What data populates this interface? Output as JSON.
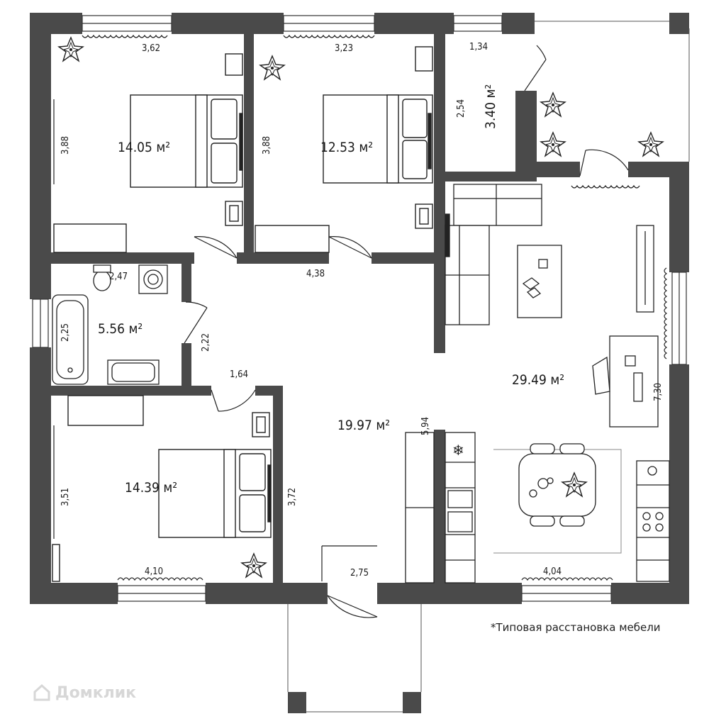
{
  "rooms": {
    "bedroom_1": {
      "area": "14.05 м²",
      "dims": [
        "3,62",
        "3,88"
      ]
    },
    "bedroom_2": {
      "area": "12.53 м²",
      "dims": [
        "3,23",
        "3,88"
      ]
    },
    "storage": {
      "area": "3.40 м²",
      "dims": [
        "1,34",
        "2,54"
      ]
    },
    "bathroom": {
      "area": "5.56 м²",
      "dims": [
        "2,47",
        "2,25",
        "2,22"
      ]
    },
    "bedroom_3": {
      "area": "14.39 м²",
      "dims": [
        "3,51",
        "3,72",
        "4,10"
      ]
    },
    "hall": {
      "area": "19.97 м²",
      "dims": [
        "4,38",
        "1,64",
        "5,94",
        "2,75"
      ]
    },
    "living_kitchen": {
      "area": "29.49 м²",
      "dims": [
        "7,30",
        "4,04"
      ]
    }
  },
  "footnote": "*Типовая расстановка мебели",
  "watermark": "Домклик",
  "colors": {
    "wall": "#4a4a4a",
    "line": "#333333",
    "furniture_fill": "#ffffff"
  }
}
